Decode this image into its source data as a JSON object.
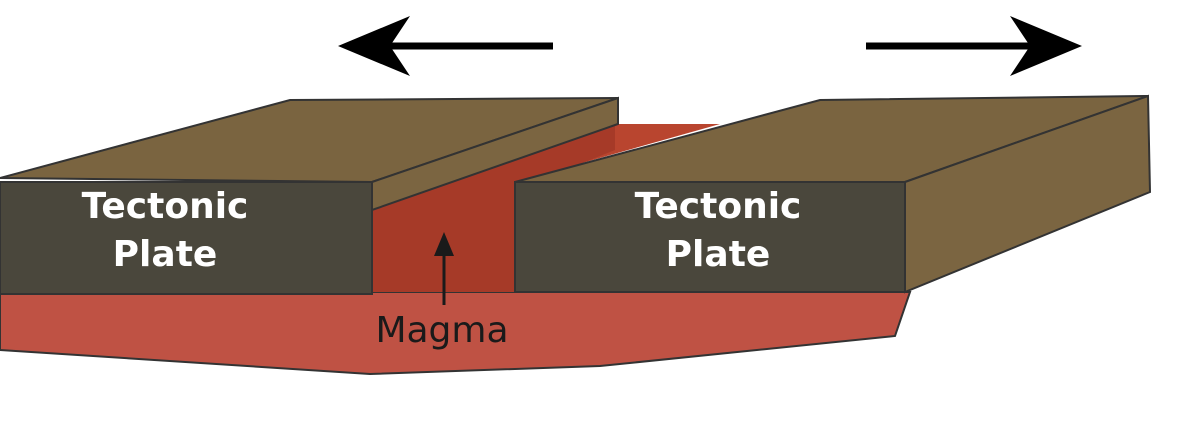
{
  "labels": {
    "left_plate_line1": "Tectonic",
    "left_plate_line2": "Plate",
    "right_plate_line1": "Tectonic",
    "right_plate_line2": "Plate",
    "magma": "Magma"
  },
  "arrows": {
    "left": "arrow-left-icon",
    "right": "arrow-right-icon"
  },
  "colors": {
    "plate_top": "#7a6440",
    "plate_top_dark": "#6a5636",
    "plate_front": "#4a473c",
    "plate_side": "#7b6541",
    "magma_base": "#bf5244",
    "magma_gap": "#a63a28",
    "arrow": "#000000"
  }
}
